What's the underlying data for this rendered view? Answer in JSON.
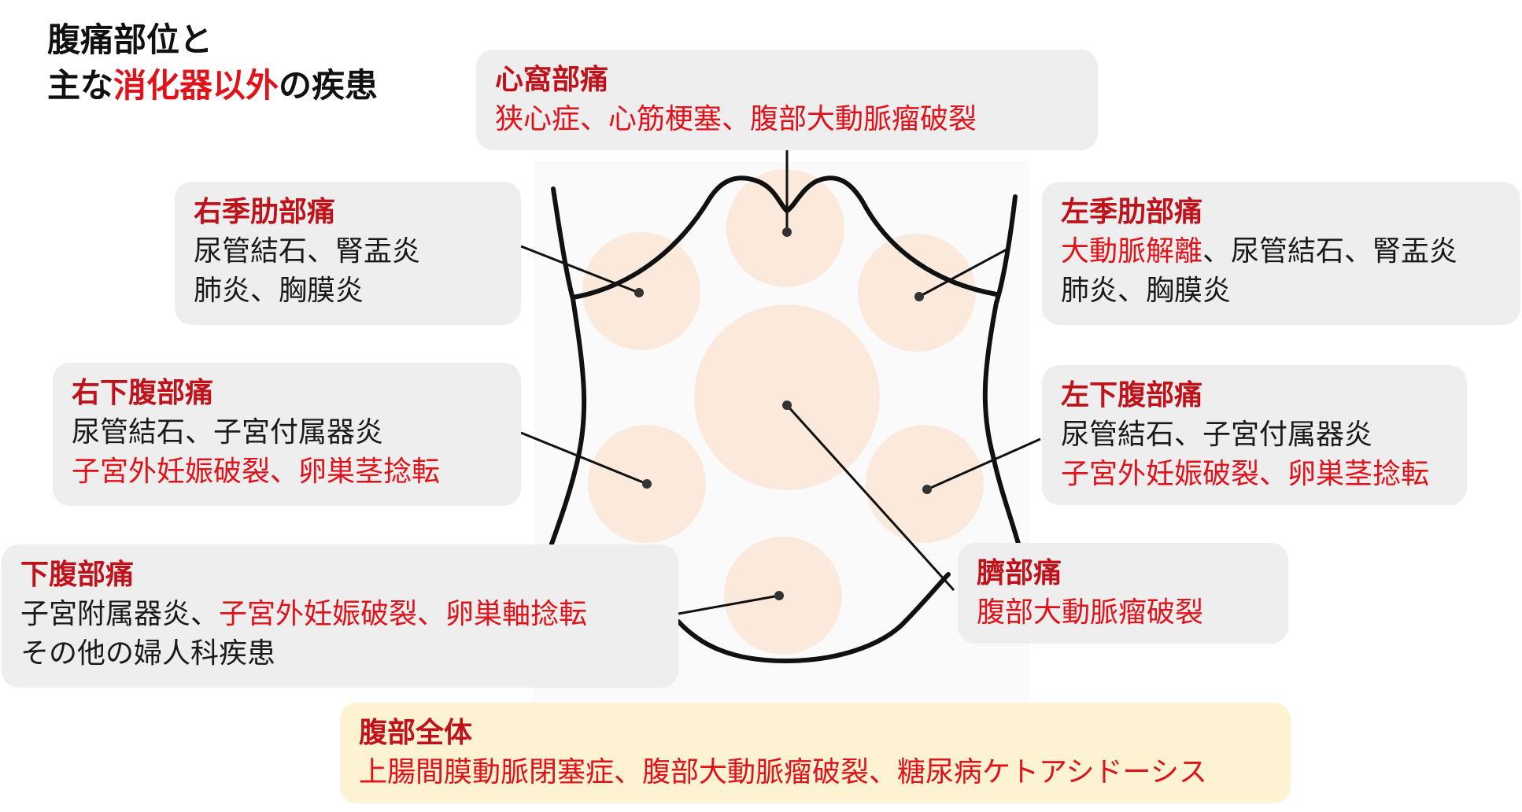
{
  "title": {
    "line1": "腹痛部位と",
    "line2_prefix": "主な",
    "line2_highlight": "消化器以外",
    "line2_suffix": "の疾患"
  },
  "regions": {
    "epigastric": {
      "heading": "心窩部痛",
      "line1": "狭心症、心筋梗塞、腹部大動脈瘤破裂"
    },
    "right_hypochondrium": {
      "heading": "右季肋部痛",
      "line1": "尿管結石、腎盂炎",
      "line2": "肺炎、胸膜炎"
    },
    "left_hypochondrium": {
      "heading": "左季肋部痛",
      "line1_red": "大動脈解離",
      "line1_black": "、尿管結石、腎盂炎",
      "line2": "肺炎、胸膜炎"
    },
    "right_lower": {
      "heading": "右下腹部痛",
      "line1": "尿管結石、子宮付属器炎",
      "line2": "子宮外妊娠破裂、卵巣茎捻転"
    },
    "left_lower": {
      "heading": "左下腹部痛",
      "line1": "尿管結石、子宮付属器炎",
      "line2": "子宮外妊娠破裂、卵巣茎捻転"
    },
    "umbilical": {
      "heading": "臍部痛",
      "line1": "腹部大動脈瘤破裂"
    },
    "hypogastric": {
      "heading": "下腹部痛",
      "line1_black": "子宮附属器炎、",
      "line1_red": "子宮外妊娠破裂、卵巣軸捻転",
      "line2": "その他の婦人科疾患"
    },
    "whole_abdomen": {
      "heading": "腹部全体",
      "line1": "上腸間膜動脈閉塞症、腹部大動脈瘤破裂、糖尿病ケトアシドーシス"
    }
  },
  "colors": {
    "accent_red": "#e0121a",
    "heading_red": "#c0121a",
    "box_gray": "#eeeeee",
    "box_cream": "#fdf2d2",
    "region_circle": "#fbe9dc"
  }
}
